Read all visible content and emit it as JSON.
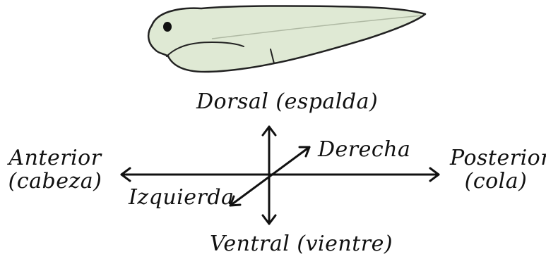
{
  "illustration": {
    "subject": "tadpole",
    "body_color": "#dfe9d4",
    "outline_color": "#222222",
    "eye_color": "#111111"
  },
  "axes": {
    "line_color": "#111111"
  },
  "labels": {
    "dorsal": "Dorsal (espalda)",
    "ventral": "Ventral (vientre)",
    "anterior_line1": "Anterior",
    "anterior_line2": "(cabeza)",
    "posterior_line1": "Posterior",
    "posterior_line2": "(cola)",
    "right": "Derecha",
    "left": "Izquierda"
  }
}
